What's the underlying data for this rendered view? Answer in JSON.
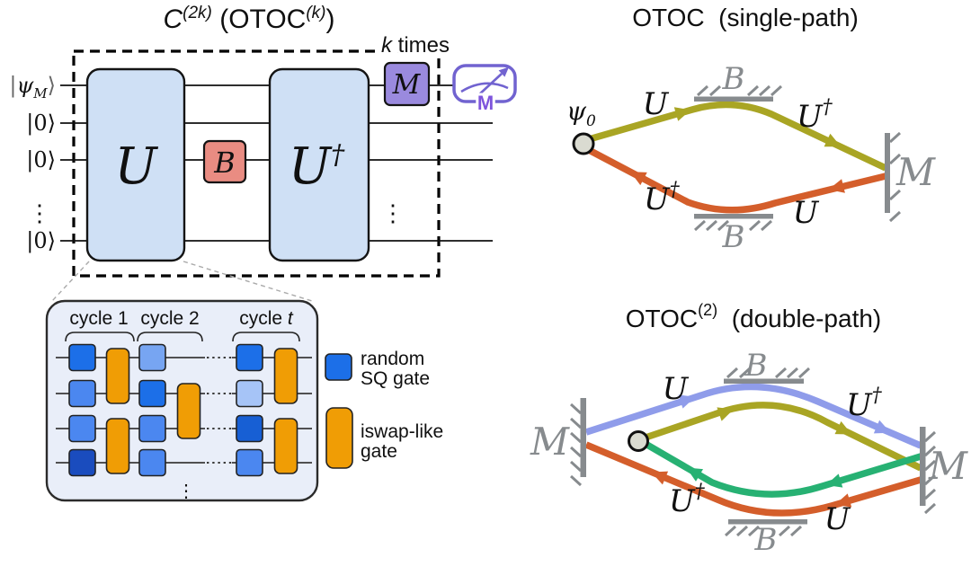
{
  "colors": {
    "unitary_fill": "#cfe0f5",
    "b_gate_fill": "#e98c82",
    "m_gate_fill": "#9a8ade",
    "meter_stroke": "#7163d0",
    "meter_m": "#7e54dc",
    "container_fill": "#e9eef9",
    "sq_medium": "#1c6fe8",
    "sq_light": "#4b87f0",
    "sq_lighter": "#77a5f2",
    "sq_lightest": "#a6c4f7",
    "sq_dark": "#1a4cbe",
    "sq_middark": "#175fd4",
    "iswap_fill": "#f09d05",
    "olive_path": "#a9a524",
    "orange_path": "#d45e2b",
    "blue_path": "#8f9cea",
    "green_path": "#27b173",
    "wall_gray": "#878b8e",
    "start_dot_fill": "#dadbd1"
  },
  "circuit": {
    "title": {
      "c": "C",
      "c_sup": "(2k)",
      "mid": " (OTOC",
      "k_sup": "(k)",
      "end": ")"
    },
    "k_times": {
      "k": "k",
      "rest": " times"
    },
    "kets": {
      "psi_bar": "|",
      "psi": "ψ",
      "psi_sub": "M",
      "psi_ket": "⟩",
      "zero": "|0⟩",
      "dots": "⋮"
    },
    "gates": {
      "u": "U",
      "b": "B",
      "u_dag_base": "U",
      "u_dag_sup": "†",
      "m": "M"
    },
    "meter_label": "M"
  },
  "cycles": {
    "c1_pre": "cycle ",
    "c1_n": "1",
    "c2_pre": "cycle ",
    "c2_n": "2",
    "ct_pre": "cycle ",
    "ct_n": "t",
    "v_dots": "⋮"
  },
  "legend": {
    "sq_line1": "random",
    "sq_line2": "SQ gate",
    "iswap_line1": "iswap-like",
    "iswap_line2": "gate"
  },
  "single": {
    "title": "OTOC  (single-path)",
    "psi": "ψ",
    "psi_sub": "0",
    "u_top": "U",
    "u_dag_top_base": "U",
    "u_dag_top_sup": "†",
    "u_dag_bot_base": "U",
    "u_dag_bot_sup": "†",
    "u_bot": "U",
    "b_top": "B",
    "b_bot": "B",
    "m": "M"
  },
  "double": {
    "title_otoc": "OTOC",
    "title_sup": "(2)",
    "title_rest": "  (double-path)",
    "u_top": "U",
    "u_dag_top_base": "U",
    "u_dag_top_sup": "†",
    "u_dag_bot_base": "U",
    "u_dag_bot_sup": "†",
    "u_bot": "U",
    "b_top": "B",
    "b_bot": "B",
    "m_left": "M",
    "m_right": "M"
  }
}
